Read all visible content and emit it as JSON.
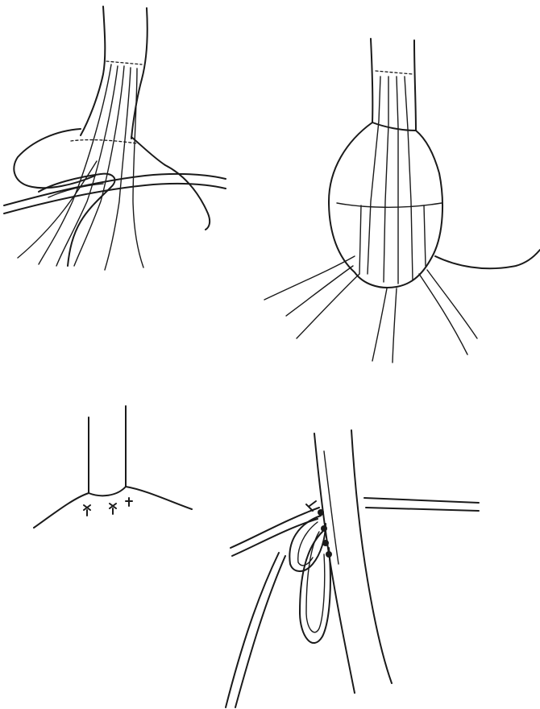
{
  "figure": {
    "panels": [
      {
        "id": "top-left",
        "subject": "tendon-bundle-with-crossing-vessel"
      },
      {
        "id": "top-right",
        "subject": "fusiform-swelling-with-fibres"
      },
      {
        "id": "bottom-left",
        "subject": "stump-with-sutures"
      },
      {
        "id": "bottom-right",
        "subject": "looped-vessel-anastomosis"
      }
    ],
    "colors": {
      "ink": "#1a1a1a",
      "paper": "#ffffff"
    }
  }
}
